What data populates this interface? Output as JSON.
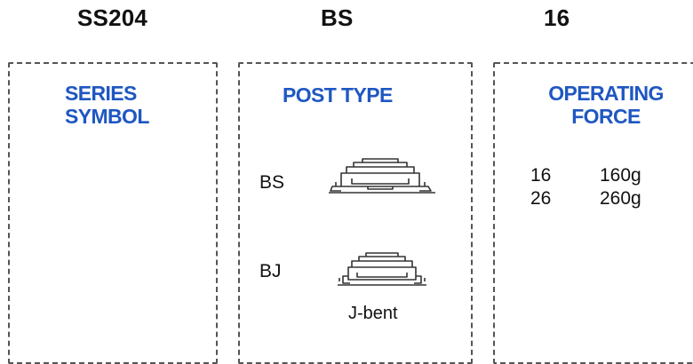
{
  "codes": {
    "series": "SS204",
    "post_type": "BS",
    "operating_force": "16"
  },
  "sections": {
    "series_symbol": {
      "heading_line1": "SERIES",
      "heading_line2": "SYMBOL"
    },
    "post_type": {
      "heading": "POST TYPE",
      "options": [
        {
          "code": "BS",
          "icon": "straight-terminal-switch-icon"
        },
        {
          "code": "BJ",
          "icon": "j-bent-terminal-switch-icon",
          "caption": "J-bent"
        }
      ]
    },
    "operating_force": {
      "heading_line1": "OPERATING",
      "heading_line2": "FORCE",
      "rows": [
        {
          "code": "16",
          "value": "160g"
        },
        {
          "code": "26",
          "value": "260g"
        }
      ]
    }
  },
  "colors": {
    "heading": "#1f57c2",
    "text": "#111111",
    "border": "#555555"
  }
}
